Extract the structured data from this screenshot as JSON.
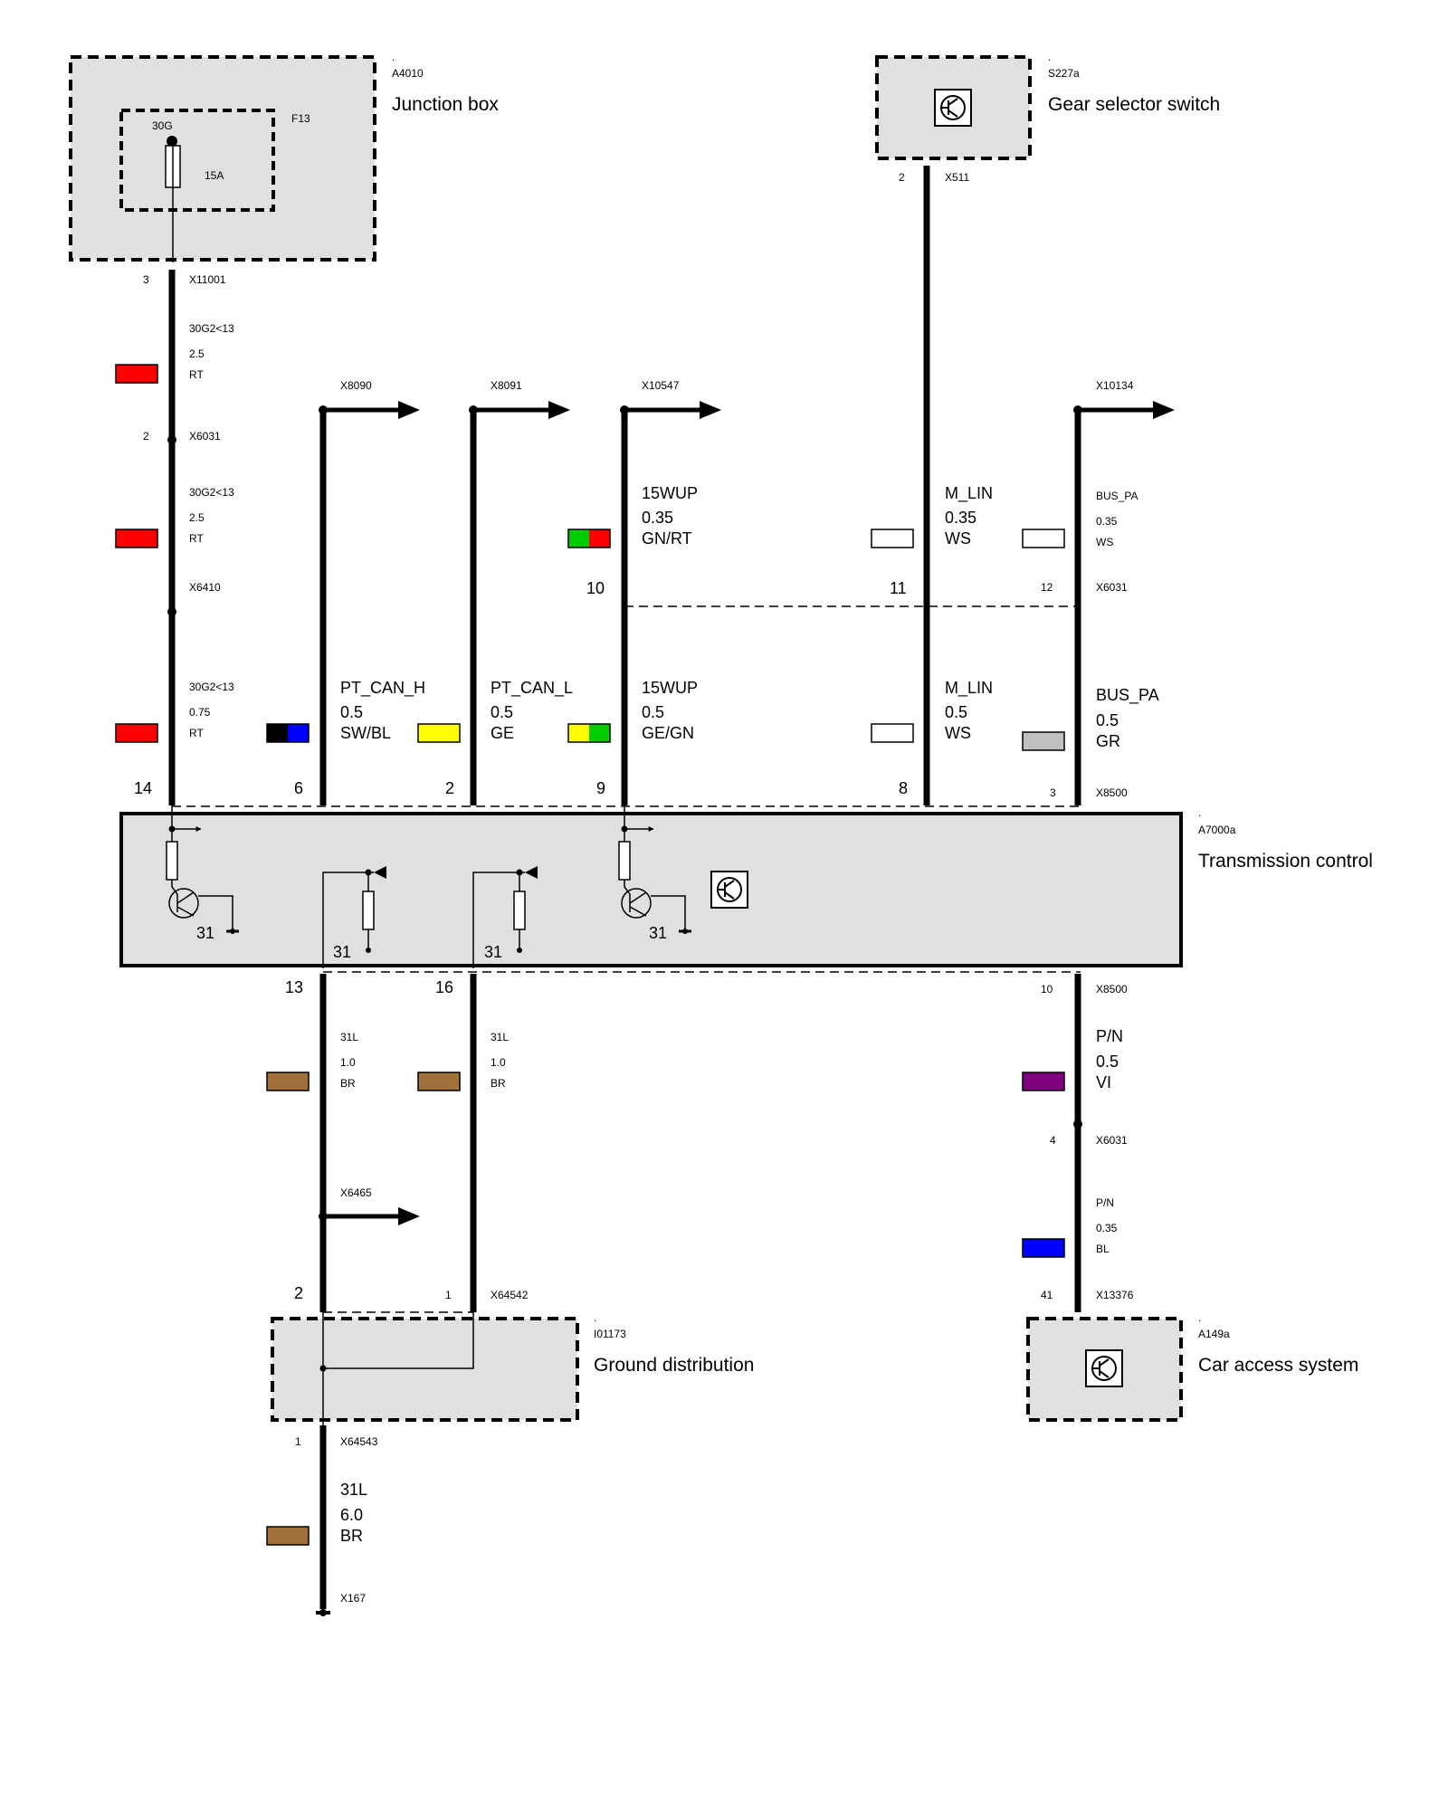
{
  "components": {
    "junction_box": {
      "dot": ".",
      "code": "A4010",
      "name": "Junction box",
      "fuse": {
        "terminal": "30G",
        "id": "F13",
        "rating": "15A"
      }
    },
    "gear_selector": {
      "dot": ".",
      "code": "S227a",
      "name": "Gear selector switch"
    },
    "transmission": {
      "dot": ".",
      "code": "A7000a",
      "name": "Transmission control"
    },
    "ground_dist": {
      "dot": ".",
      "code": "I01173",
      "name": "Ground distribution"
    },
    "car_access": {
      "dot": ".",
      "code": "A149a",
      "name": "Car access system"
    }
  },
  "connectors": {
    "x11001": {
      "pin": "3",
      "name": "X11001"
    },
    "x6031_a": {
      "pin": "2",
      "name": "X6031"
    },
    "x6410": {
      "name": "X6410"
    },
    "x511": {
      "pin": "2",
      "name": "X511"
    },
    "x8090": {
      "name": "X8090"
    },
    "x8091": {
      "name": "X8091"
    },
    "x10547": {
      "name": "X10547"
    },
    "x10134": {
      "name": "X10134"
    },
    "x6031_b": {
      "pins": [
        "10",
        "11",
        "12"
      ],
      "name": "X6031"
    },
    "x8500_top": {
      "pins": [
        "14",
        "6",
        "2",
        "9",
        "8",
        "3"
      ],
      "name": "X8500"
    },
    "x8500_bot": {
      "pins": [
        "13",
        "16",
        "10"
      ],
      "name": "X8500"
    },
    "x6031_c": {
      "pin": "4",
      "name": "X6031"
    },
    "x6465": {
      "name": "X6465"
    },
    "x64542": {
      "pins": [
        "2",
        "1"
      ],
      "name": "X64542"
    },
    "x13376": {
      "pin": "41",
      "name": "X13376"
    },
    "x64543": {
      "pin": "1",
      "name": "X64543"
    },
    "x167": {
      "name": "X167"
    }
  },
  "internal_labels": {
    "ground": "31"
  },
  "wires": [
    {
      "id": "w1",
      "signal": "30G2<13",
      "size": "2.5",
      "color": "RT",
      "swatch": [
        "#ff0000"
      ]
    },
    {
      "id": "w2",
      "signal": "30G2<13",
      "size": "2.5",
      "color": "RT",
      "swatch": [
        "#ff0000"
      ]
    },
    {
      "id": "w3",
      "signal": "30G2<13",
      "size": "0.75",
      "color": "RT",
      "swatch": [
        "#ff0000"
      ]
    },
    {
      "id": "w4",
      "signal": "PT_CAN_H",
      "size": "0.5",
      "color": "SW/BL",
      "swatch": [
        "#000000",
        "#0000ff"
      ]
    },
    {
      "id": "w5",
      "signal": "PT_CAN_L",
      "size": "0.5",
      "color": "GE",
      "swatch": [
        "#ffff00"
      ]
    },
    {
      "id": "w6",
      "signal": "15WUP",
      "size": "0.35",
      "color": "GN/RT",
      "swatch": [
        "#00cc00",
        "#ff0000"
      ]
    },
    {
      "id": "w7",
      "signal": "15WUP",
      "size": "0.5",
      "color": "GE/GN",
      "swatch": [
        "#ffff00",
        "#00cc00"
      ]
    },
    {
      "id": "w8",
      "signal": "M_LIN",
      "size": "0.35",
      "color": "WS",
      "swatch": [
        "#ffffff"
      ]
    },
    {
      "id": "w9",
      "signal": "M_LIN",
      "size": "0.5",
      "color": "WS",
      "swatch": [
        "#ffffff"
      ]
    },
    {
      "id": "w10",
      "signal": "BUS_PA",
      "size": "0.35",
      "color": "WS",
      "swatch": [
        "#ffffff"
      ]
    },
    {
      "id": "w11",
      "signal": "BUS_PA",
      "size": "0.5",
      "color": "GR",
      "swatch": [
        "#c0c0c0"
      ]
    },
    {
      "id": "w12",
      "signal": "31L",
      "size": "1.0",
      "color": "BR",
      "swatch": [
        "#a0703a"
      ]
    },
    {
      "id": "w13",
      "signal": "31L",
      "size": "1.0",
      "color": "BR",
      "swatch": [
        "#a0703a"
      ]
    },
    {
      "id": "w14",
      "signal": "P/N",
      "size": "0.5",
      "color": "VI",
      "swatch": [
        "#800080"
      ]
    },
    {
      "id": "w15",
      "signal": "P/N",
      "size": "0.35",
      "color": "BL",
      "swatch": [
        "#0000ff"
      ]
    },
    {
      "id": "w16",
      "signal": "31L",
      "size": "6.0",
      "color": "BR",
      "swatch": [
        "#a0703a"
      ]
    }
  ],
  "colors": {
    "box_fill": "#e0e0e0",
    "line": "#000000"
  }
}
